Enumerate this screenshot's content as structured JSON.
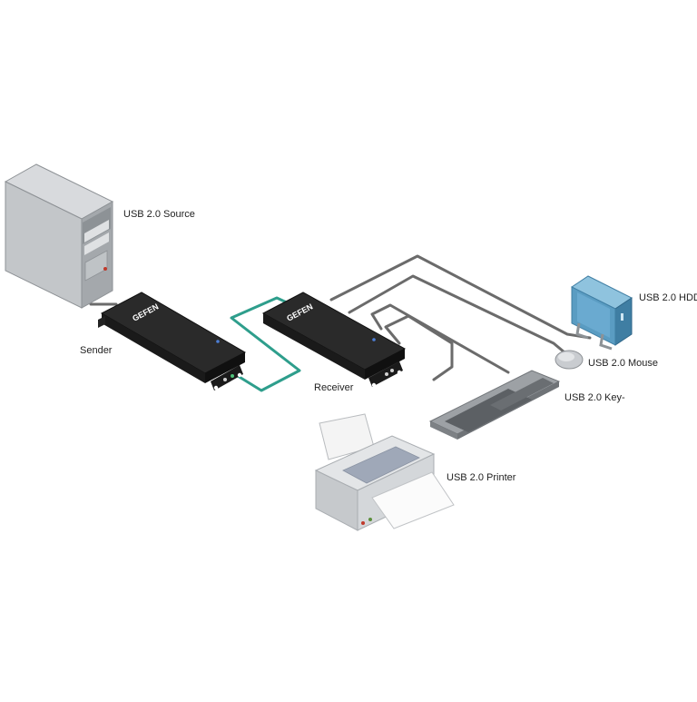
{
  "labels": {
    "source": "USB 2.0 Source",
    "sender": "Sender",
    "receiver": "Receiver",
    "hdd": "USB 2.0 HDD",
    "mouse": "USB 2.0 Mouse",
    "keyboard": "USB 2.0 Key-",
    "printer": "USB 2.0 Printer"
  },
  "brand": "GEFEN",
  "colors": {
    "cable_gray": "#6b6b6b",
    "cable_teal": "#2e9e8c",
    "device_black": "#1e1e1e",
    "hdd_blue": "#5a9cc2",
    "pc_gray": "#b9bcbf"
  }
}
